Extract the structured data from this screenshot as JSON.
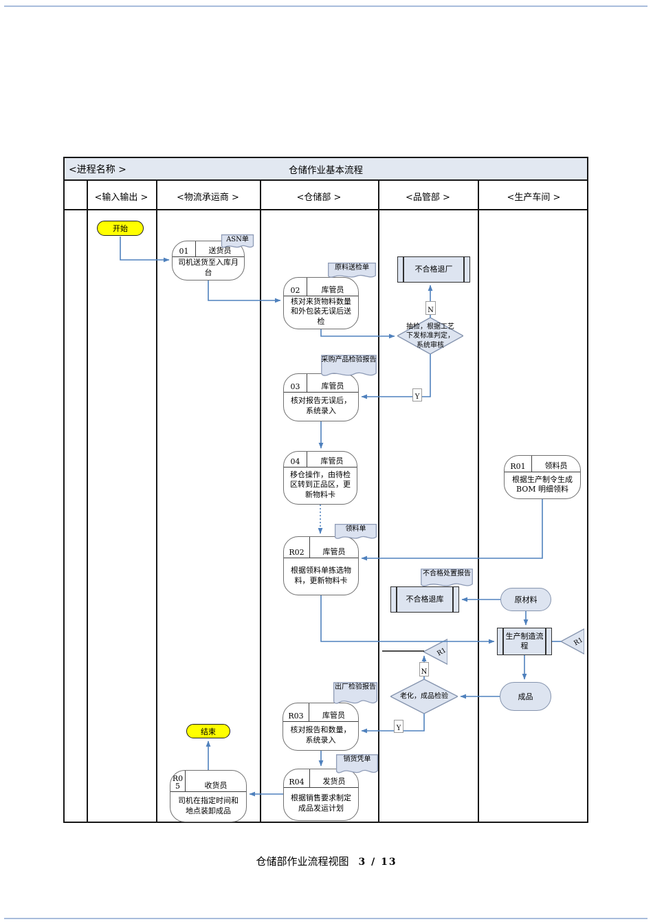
{
  "page": {
    "process_name_label": "<进程名称 >",
    "process_title": "仓储作业基本流程",
    "footer_title": "仓储部作业流程视图",
    "footer_page": "3",
    "footer_sep": "/",
    "footer_total": "13"
  },
  "lanes": [
    {
      "label": "<输入输出 >"
    },
    {
      "label": "<物流承运商 >"
    },
    {
      "label": "<仓储部 >"
    },
    {
      "label": "<品管部 >"
    },
    {
      "label": "<生产车间 >"
    }
  ],
  "terminators": {
    "start": "开始",
    "end": "结束"
  },
  "processes": {
    "p01": {
      "id": "01",
      "role": "送货员",
      "text": "司机送货至入库月台"
    },
    "p02": {
      "id": "02",
      "role": "库管员",
      "text": "核对来货物料数量和外包装无误后送检"
    },
    "p03": {
      "id": "03",
      "role": "库管员",
      "text": "核对报告无误后，系统录入"
    },
    "p04": {
      "id": "04",
      "role": "库管员",
      "text": "移仓操作，由待检区转到正品区，更新物料卡"
    },
    "r01": {
      "id": "R01",
      "role": "领料员",
      "text": "根据生产制令生成BOM 明细领料"
    },
    "r02": {
      "id": "R02",
      "role": "库管员",
      "text": "根据领料单拣选物料，更新物料卡"
    },
    "r03": {
      "id": "R03",
      "role": "库管员",
      "text": "核对报告和数量，系统录入"
    },
    "r04": {
      "id": "R04",
      "role": "发货员",
      "text": "根据销售要求制定成品发运计划"
    },
    "r05": {
      "id": "R05",
      "role": "收货员",
      "text": "司机在指定时间和地点装卸成品"
    }
  },
  "documents": {
    "asn": "ASN单",
    "raw_inspection": "原料送检单",
    "purchase_report": "采购产品检验报告",
    "requisition": "领料单",
    "nonconforming_report": "不合格处置报告",
    "factory_report": "出厂检验报告",
    "sales_voucher": "销货凭单"
  },
  "decisions": {
    "sampling": "抽检，根据工艺下发标准判定，系统审核",
    "aging": "老化，成品检验"
  },
  "subprocesses": {
    "return_factory": "不合格退厂",
    "return_warehouse": "不合格退库",
    "production": "生产制造流程"
  },
  "stadiums": {
    "raw_material": "原材料",
    "finished_goods": "成品"
  },
  "labels": {
    "n1": "N",
    "y1": "Y",
    "n2": "N",
    "y2": "Y",
    "r1_mid": "R1",
    "r1_right": "R1"
  }
}
